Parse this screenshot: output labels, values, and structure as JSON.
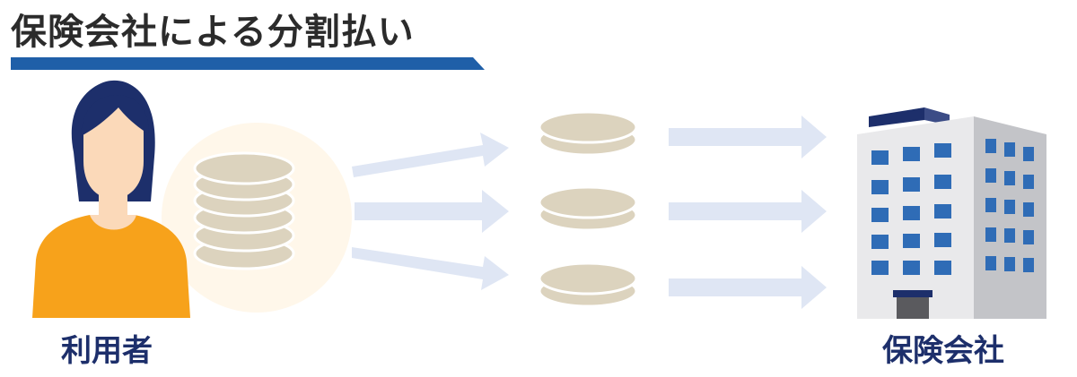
{
  "title": "保険会社による分割払い",
  "labels": {
    "user": "利用者",
    "company": "保険会社"
  },
  "colors": {
    "title_underline": "#1f5fa8",
    "person_shirt": "#f7a21b",
    "person_hair": "#1d2f6b",
    "person_skin": "#fbd9b9",
    "coin_fill": "#dcd3be",
    "coin_edge": "#ffffff",
    "arrow": "#dfe6f4",
    "label_text": "#1d2f6b",
    "building_front": "#e9e9eb",
    "building_side": "#c3c4c8",
    "building_window": "#2f6cb6",
    "building_roof": "#1d2f6b"
  },
  "icons": [
    "person-icon",
    "coin-stack-icon",
    "arrow-icon",
    "building-icon"
  ]
}
